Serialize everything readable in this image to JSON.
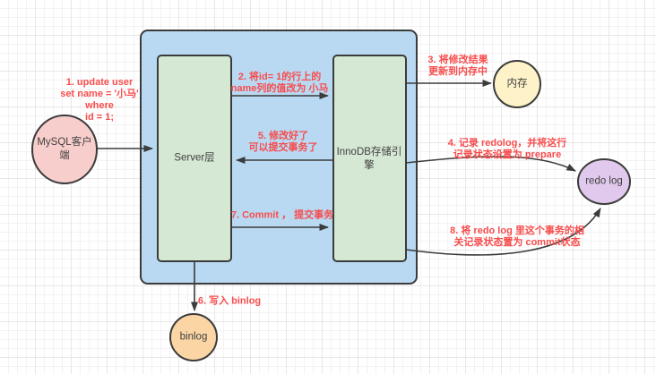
{
  "diagram": {
    "nodes": {
      "mysql_client": {
        "label": "MySQL客户\n端",
        "fill": "#f8cecc"
      },
      "server_container": {
        "fill": "#b9d9f2"
      },
      "server_layer": {
        "label": "Server层",
        "fill": "#d5e8d4"
      },
      "innodb_engine": {
        "label": "InnoDB存储引\n擎",
        "fill": "#d5e8d4"
      },
      "memory": {
        "label": "内存",
        "fill": "#fdf2c8"
      },
      "redo_log": {
        "label": "redo log",
        "fill": "#e0c9ec"
      },
      "binlog": {
        "label": "binlog",
        "fill": "#fbd6a4"
      }
    },
    "annotations": {
      "step1": {
        "text": "1. update user\nset name = '小马'\nwhere\nid = 1;"
      },
      "step2": {
        "text": "2. 将id= 1的行上的\nname列的值改为 小马"
      },
      "step3": {
        "text": "3. 将修改结果\n更新到内存中"
      },
      "step4": {
        "text": "4. 记录 redolog，并将这行\n记录状态设置为 prepare"
      },
      "step5": {
        "text": "5. 修改好了\n可以提交事务了"
      },
      "step6": {
        "text": "6. 写入 binlog"
      },
      "step7": {
        "text": "7. Commit ， 提交事务"
      },
      "step8": {
        "text": "8. 将 redo log 里这个事务的相\n关记录状态置为 commit状态"
      }
    },
    "colors": {
      "annotation_text": "#f84c4c",
      "node_text": "#404040",
      "stroke": "#3b3b3b"
    }
  }
}
